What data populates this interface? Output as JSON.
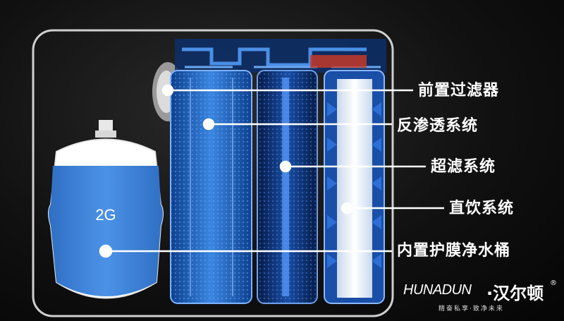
{
  "labels": {
    "prefilter": "前置过滤器",
    "ro": "反渗透系统",
    "uf": "超滤系统",
    "direct": "直饮系统",
    "tank": "内置护膜净水桶"
  },
  "tank_capacity": "2G",
  "brand": {
    "name_en": "HUNADUN",
    "name_cn": "·汉尔顿",
    "registered": "®",
    "slogan": "精奋私享·致净未来"
  },
  "colors": {
    "background": "#111111",
    "housing_outline": "#d0d0d0",
    "water_blue": "#3c82d8",
    "filter_blue": "#1f5fb8",
    "label": "#ffffff"
  }
}
